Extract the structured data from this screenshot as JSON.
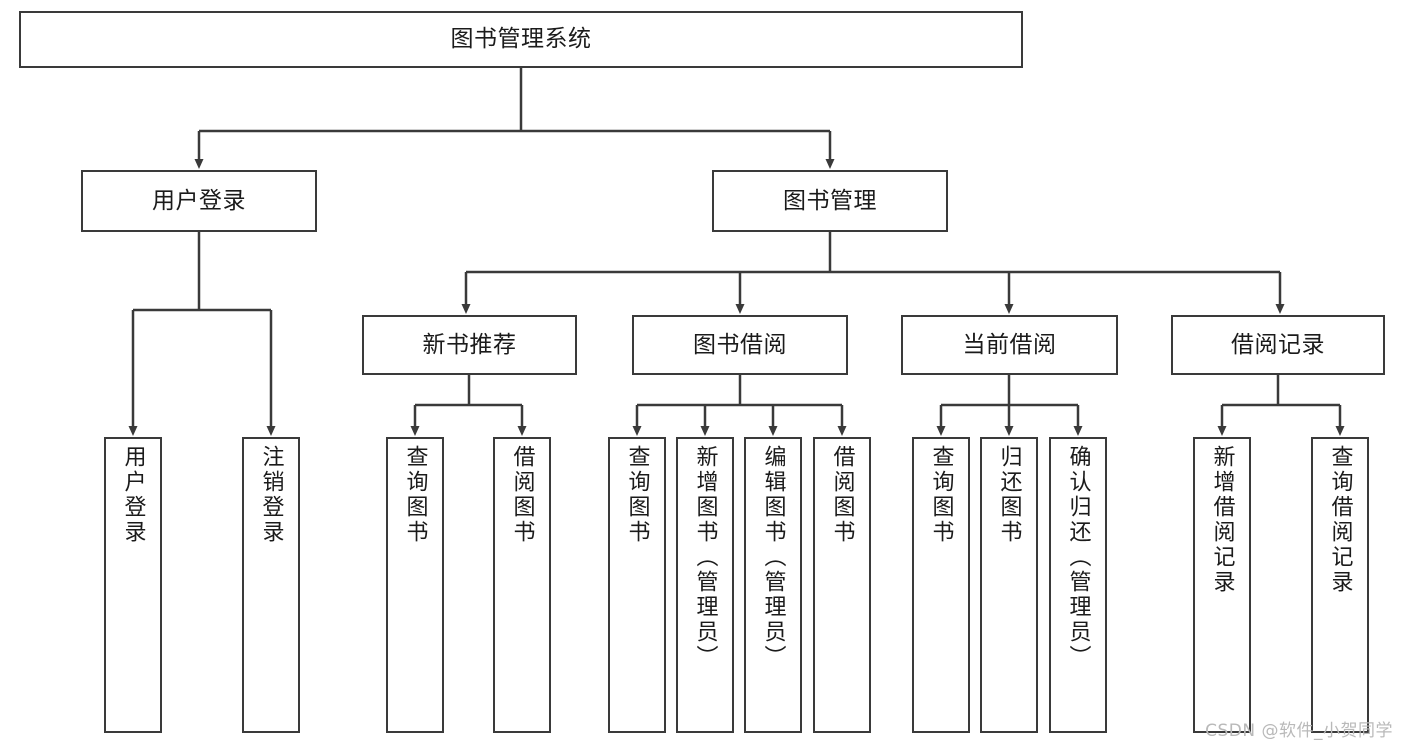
{
  "diagram": {
    "title": "图书管理系统",
    "type": "hierarchy-tree",
    "stroke_color": "#3a3a3a",
    "fill_color": "#ffffff",
    "text_color": "#1b1b1b"
  },
  "root": {
    "label": "图书管理系统"
  },
  "level2": [
    {
      "label": "用户登录"
    },
    {
      "label": "图书管理"
    }
  ],
  "level3": [
    {
      "label": "新书推荐"
    },
    {
      "label": "图书借阅"
    },
    {
      "label": "当前借阅"
    },
    {
      "label": "借阅记录"
    }
  ],
  "leaves": {
    "user_login": [
      {
        "label": "用户登录"
      },
      {
        "label": "注销登录"
      }
    ],
    "new_book_recommend": [
      {
        "label": "查询图书"
      },
      {
        "label": "借阅图书"
      }
    ],
    "book_borrow": [
      {
        "label": "查询图书"
      },
      {
        "label": "新增图书（管理员）"
      },
      {
        "label": "编辑图书（管理员）"
      },
      {
        "label": "借阅图书"
      }
    ],
    "current_borrow": [
      {
        "label": "查询图书"
      },
      {
        "label": "归还图书"
      },
      {
        "label": "确认归还（管理员）"
      }
    ],
    "borrow_record": [
      {
        "label": "新增借阅记录"
      },
      {
        "label": "查询借阅记录"
      }
    ]
  },
  "watermark": {
    "text": "CSDN @软件_小贺同学",
    "color": "#b9b9b9"
  }
}
